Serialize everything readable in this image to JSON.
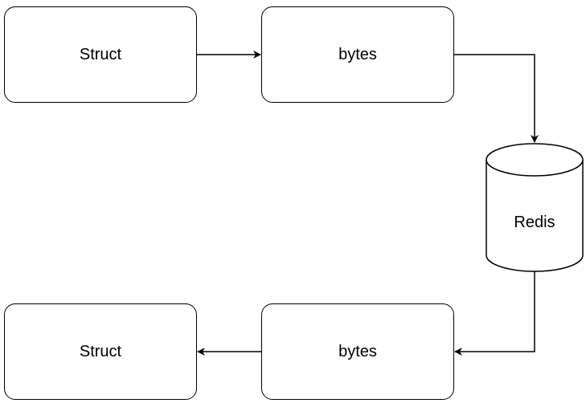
{
  "nodes": {
    "struct_top": {
      "label": "Struct"
    },
    "bytes_top": {
      "label": "bytes"
    },
    "redis": {
      "label": "Redis"
    },
    "bytes_bottom": {
      "label": "bytes"
    },
    "struct_bottom": {
      "label": "Struct"
    }
  },
  "colors": {
    "stroke": "#000000",
    "background": "#ffffff"
  }
}
